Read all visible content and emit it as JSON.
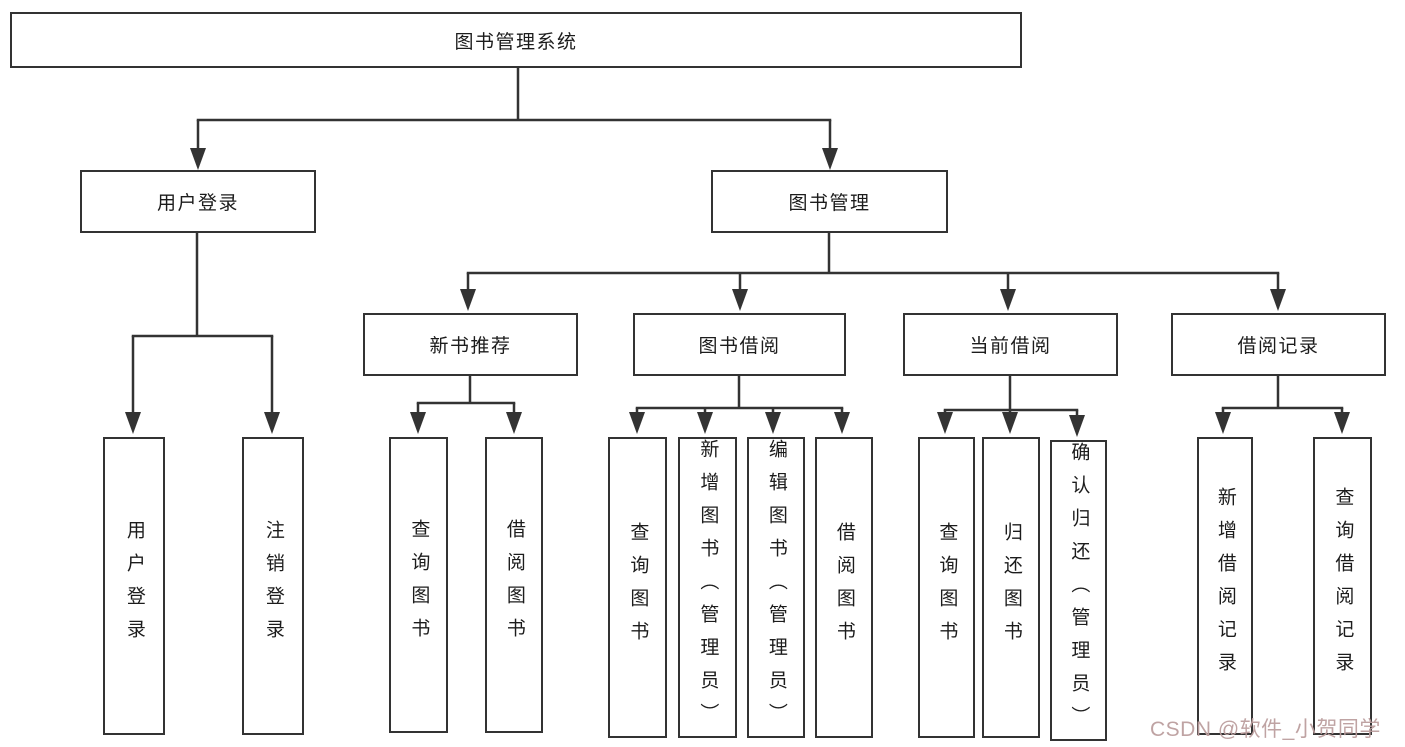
{
  "diagram": {
    "root": {
      "label": "图书管理系统",
      "children": [
        {
          "label": "用户登录",
          "children": [
            {
              "label": "用户登录"
            },
            {
              "label": "注销登录"
            }
          ]
        },
        {
          "label": "图书管理",
          "children": [
            {
              "label": "新书推荐",
              "children": [
                {
                  "label": "查询图书"
                },
                {
                  "label": "借阅图书"
                }
              ]
            },
            {
              "label": "图书借阅",
              "children": [
                {
                  "label": "查询图书"
                },
                {
                  "label": "新增图书（管理员）"
                },
                {
                  "label": "编辑图书（管理员）"
                },
                {
                  "label": "借阅图书"
                }
              ]
            },
            {
              "label": "当前借阅",
              "children": [
                {
                  "label": "查询图书"
                },
                {
                  "label": "归还图书"
                },
                {
                  "label": "确认归还（管理员）"
                }
              ]
            },
            {
              "label": "借阅记录",
              "children": [
                {
                  "label": "新增借阅记录"
                },
                {
                  "label": "查询借阅记录"
                }
              ]
            }
          ]
        }
      ]
    }
  },
  "watermark": {
    "text": "CSDN @软件_小贺同学"
  },
  "colors": {
    "border": "#333333",
    "line": "#333333",
    "background": "#ffffff",
    "text": "#1c1c1c",
    "watermark": "#bc9e9e"
  }
}
